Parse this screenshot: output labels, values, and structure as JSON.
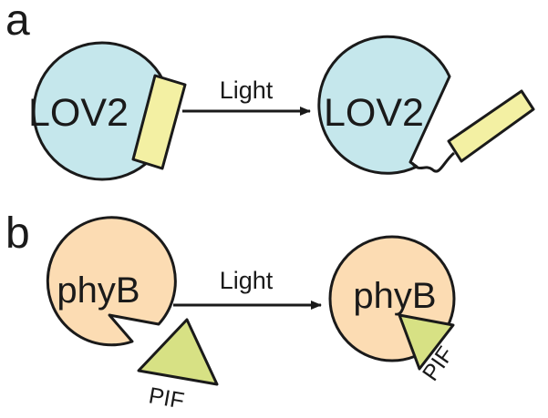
{
  "panels": [
    {
      "letter": "a",
      "arrow_label": "Light",
      "left_body": {
        "label": "LOV2"
      },
      "right_body": {
        "label": "LOV2"
      }
    },
    {
      "letter": "b",
      "arrow_label": "Light",
      "left_body": {
        "label": "phyB",
        "partner": "PIF"
      },
      "right_body": {
        "label": "phyB",
        "partner": "PIF"
      }
    }
  ],
  "colors": {
    "lov2_fill": "#c5e7ec",
    "helix_fill": "#f3f0a3",
    "phyb_fill": "#fcdcb3",
    "pif_fill": "#d7e184",
    "line": "#1a1a1a"
  }
}
